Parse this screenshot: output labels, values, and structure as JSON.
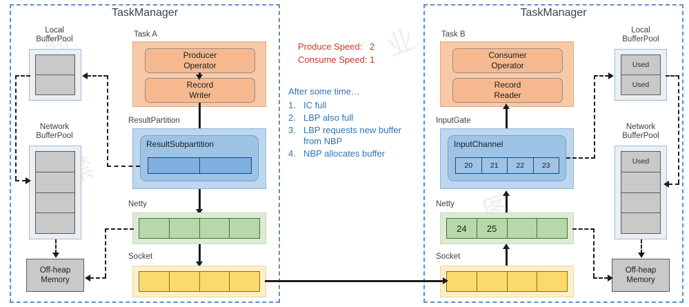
{
  "left_tm": {
    "title": "TaskManager",
    "local_pool": {
      "label": "Local\nBufferPool",
      "cells": [
        "",
        ""
      ]
    },
    "network_pool": {
      "label": "Network\nBufferPool",
      "cells": [
        "",
        "",
        "",
        ""
      ]
    },
    "offheap": {
      "line1": "Off-heap",
      "line2": "Memory"
    },
    "task": {
      "label": "Task A",
      "operator": {
        "line1": "Producer",
        "line2": "Operator"
      },
      "record": {
        "line1": "Record",
        "line2": "Writer"
      }
    },
    "result_partition": {
      "label": "ResultPartition",
      "subpartition_label": "ResultSubpartition",
      "cells": [
        "",
        ""
      ]
    },
    "netty": {
      "label": "Netty",
      "cells": [
        "",
        "",
        "",
        ""
      ]
    },
    "socket": {
      "label": "Socket",
      "cells": [
        "",
        "",
        "",
        ""
      ]
    }
  },
  "right_tm": {
    "title": "TaskManager",
    "local_pool": {
      "label": "Local\nBufferPool",
      "cells": [
        "Used",
        "Used"
      ]
    },
    "network_pool": {
      "label": "Network\nBufferPool",
      "cells": [
        "Used",
        "",
        "",
        ""
      ]
    },
    "offheap": {
      "line1": "Off-heap",
      "line2": "Memory"
    },
    "task": {
      "label": "Task B",
      "operator": {
        "line1": "Consumer",
        "line2": "Operator"
      },
      "record": {
        "line1": "Record",
        "line2": "Reader"
      }
    },
    "input_gate": {
      "label": "InputGate",
      "channel_label": "InputChannel",
      "cells": [
        "20",
        "21",
        "22",
        "23"
      ]
    },
    "netty": {
      "label": "Netty",
      "cells": [
        "24",
        "25",
        "",
        ""
      ]
    },
    "socket": {
      "label": "Socket",
      "cells": [
        "",
        "",
        "",
        ""
      ]
    }
  },
  "annotations": {
    "produce_speed_label": "Produce Speed:",
    "produce_speed_value": "2",
    "consume_speed_label": "Consume Speed:",
    "consume_speed_value": "1",
    "note_heading": "After some time…",
    "notes": [
      {
        "num": "1.",
        "text": "IC full"
      },
      {
        "num": "2.",
        "text": "LBP also full"
      },
      {
        "num": "3.",
        "text": "LBP requests new buffer from NBP"
      },
      {
        "num": "4.",
        "text": "NBP allocates buffer"
      }
    ]
  },
  "colors": {
    "taskmanager_border": "#5b8fc9",
    "task_box": "#f8c9a7",
    "operator_box": "#f6b98f",
    "blue_outer": "#bdd7ee",
    "blue_inner": "#9dc3e6",
    "netty_band": "#dcecd2",
    "netty_cell": "#b7d8a8",
    "socket_band": "#fdf0c8",
    "socket_cell": "#fbd96b",
    "pool_cell": "#c9c9c9",
    "speed_text": "#c0392b",
    "note_text": "#2e74b5"
  }
}
